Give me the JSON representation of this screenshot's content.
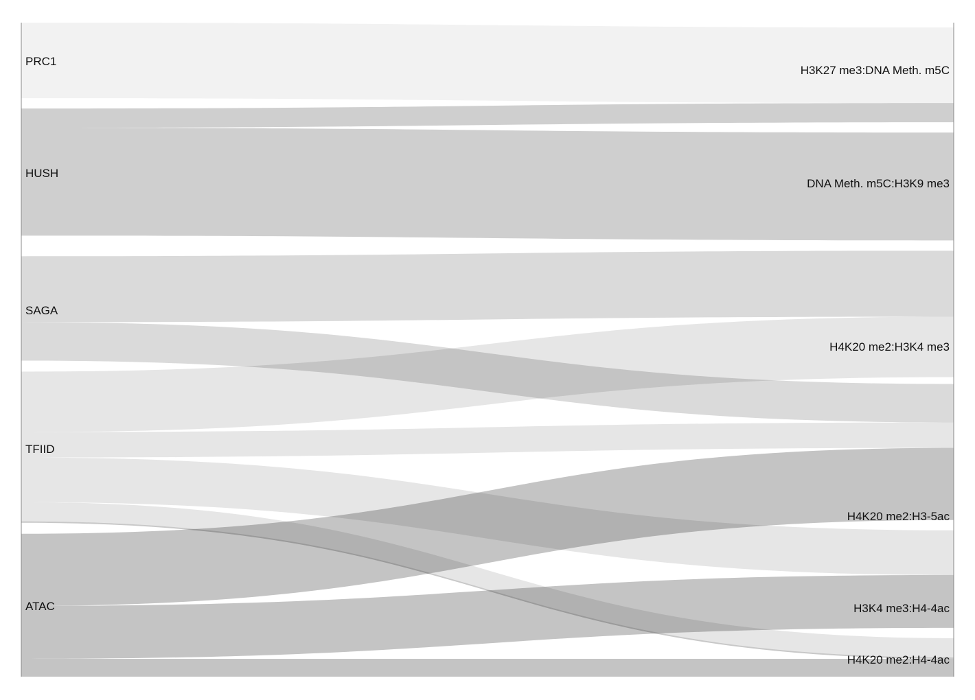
{
  "diagram": {
    "type": "sankey",
    "sources": [
      {
        "id": "prc1",
        "label": "PRC1"
      },
      {
        "id": "hush",
        "label": "HUSH"
      },
      {
        "id": "saga",
        "label": "SAGA"
      },
      {
        "id": "tfiid",
        "label": "TFIID"
      },
      {
        "id": "atac",
        "label": "ATAC"
      }
    ],
    "targets": [
      {
        "id": "t_h3k27",
        "label": "H3K27 me3:DNA Meth. m5C"
      },
      {
        "id": "t_dnameth",
        "label": "DNA Meth. m5C:H3K9 me3"
      },
      {
        "id": "t_h4k20_h3k4",
        "label": "H4K20 me2:H3K4 me3"
      },
      {
        "id": "t_h4k20_h35ac",
        "label": "H4K20 me2:H3-5ac"
      },
      {
        "id": "t_h3k4_h44ac",
        "label": "H3K4 me3:H4-4ac"
      },
      {
        "id": "t_h4k20_h44ac",
        "label": "H4K20 me2:H4-4ac"
      }
    ],
    "links": [
      {
        "source": "prc1",
        "target": "t_h3k27",
        "value": 110,
        "color": "#f2f2f2"
      },
      {
        "source": "hush",
        "target": "t_h3k27",
        "value": 28,
        "color": "#cfcfcf"
      },
      {
        "source": "hush",
        "target": "t_dnameth",
        "value": 157,
        "color": "#cfcfcf"
      },
      {
        "source": "saga",
        "target": "t_h4k20_h3k4",
        "value": 96,
        "color": "#dadada"
      },
      {
        "source": "saga",
        "target": "t_h4k20_h35ac",
        "value": 56,
        "color": "#dadada"
      },
      {
        "source": "tfiid",
        "target": "t_h4k20_h3k4",
        "value": 88,
        "color": "#e6e6e6"
      },
      {
        "source": "tfiid",
        "target": "t_h4k20_h35ac",
        "value": 37,
        "color": "#e6e6e6"
      },
      {
        "source": "tfiid",
        "target": "t_h3k4_h44ac",
        "value": 65,
        "color": "#e6e6e6"
      },
      {
        "source": "tfiid",
        "target": "t_h4k20_h44ac",
        "value": 28,
        "color": "#e6e6e6"
      },
      {
        "source": "tfiid",
        "target": "t_h4k20_h44ac",
        "value": 2,
        "color": "#c8c8c8"
      },
      {
        "source": "atac",
        "target": "t_h4k20_h35ac",
        "value": 105,
        "color": "#c4c4c4"
      },
      {
        "source": "atac",
        "target": "t_h3k4_h44ac",
        "value": 77,
        "color": "#c4c4c4"
      },
      {
        "source": "atac",
        "target": "t_h4k20_h44ac",
        "value": 26,
        "color": "#c4c4c4"
      }
    ]
  }
}
